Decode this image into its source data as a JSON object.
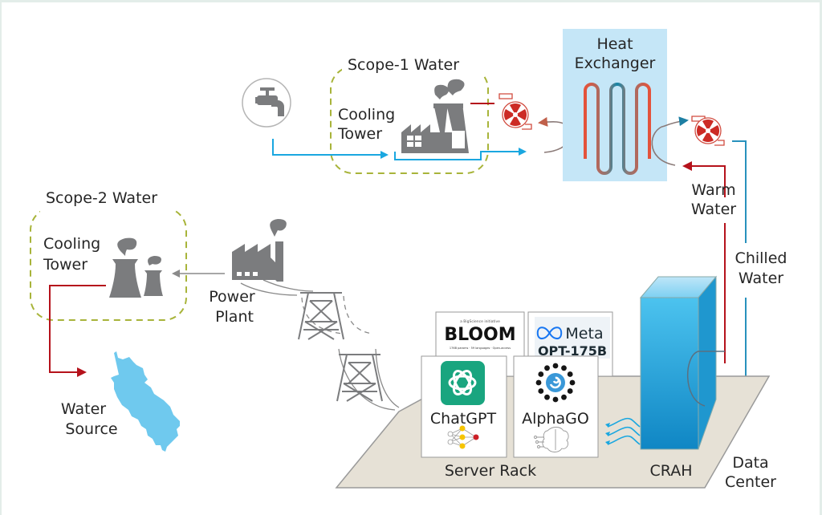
{
  "diagram": {
    "scope1": {
      "title": "Scope-1 Water",
      "tower_line1": "Cooling",
      "tower_line2": "Tower"
    },
    "scope2": {
      "title": "Scope-2 Water",
      "tower_line1": "Cooling",
      "tower_line2": "Tower"
    },
    "heat_exchanger": {
      "line1": "Heat",
      "line2": "Exchanger"
    },
    "warm_water": {
      "line1": "Warm",
      "line2": "Water"
    },
    "chilled_water": {
      "line1": "Chilled",
      "line2": "Water"
    },
    "power_plant": {
      "line1": "Power",
      "line2": "Plant"
    },
    "water_source": {
      "line1": "Water",
      "line2": "Source"
    },
    "server_rack": "Server Rack",
    "crah": "CRAH",
    "data_center": {
      "line1": "Data",
      "line2": "Center"
    },
    "models": {
      "bloom": {
        "tagline": "a BigScience initiative",
        "name": "BLOOM",
        "sub": "176B params · 59 languages · Open-access"
      },
      "meta": {
        "brand": "Meta",
        "name": "OPT-175B"
      },
      "chatgpt": {
        "name": "ChatGPT"
      },
      "alphago": {
        "name": "AlphaGO"
      }
    },
    "icons": [
      "water-tap-icon",
      "cooling-tower-factory-icon",
      "pump-icon",
      "heat-exchanger-coil-icon",
      "power-plant-icon",
      "transmission-tower-icon",
      "lake-icon",
      "crah-unit-icon",
      "airflow-icon",
      "neural-network-icon",
      "brain-circuit-icon"
    ],
    "colors": {
      "chilled": "#1aa7e0",
      "warm": "#b5121b",
      "exchanger_bg": "#c5e6f7",
      "scope_border": "#a8b43a",
      "icon_gray": "#7b7c7e",
      "floor": "#e6e1d6",
      "lake": "#6fc9ee",
      "chatgpt_green": "#19a57f"
    }
  }
}
